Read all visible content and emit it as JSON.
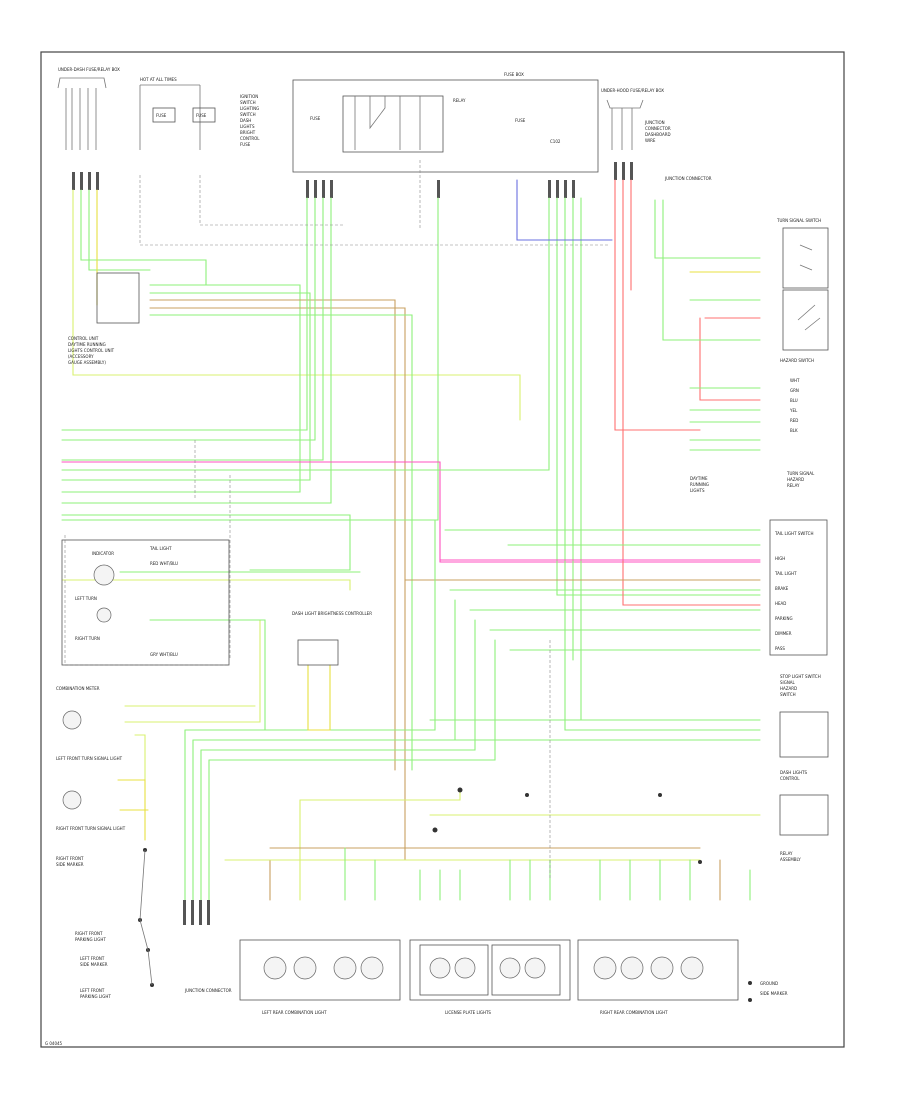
{
  "diagram": {
    "colors": {
      "green": "#8ef07a",
      "yellow_green": "#d8f070",
      "yellow": "#e8e040",
      "pink": "#ff50c0",
      "red": "#ff7070",
      "brown": "#c8a060",
      "blue": "#6a70e0",
      "frame": "#444444"
    },
    "labels": {
      "fuse_box_left": "UNDER-DASH FUSE/RELAY BOX",
      "hot_at_all_times": "HOT AT ALL TIMES",
      "fuse_1": "FUSE",
      "fuse_2": "FUSE",
      "fuse_box_center": "FUSE BOX",
      "relay": "RELAY",
      "fuse_box_right": "UNDER-HOOD FUSE/RELAY BOX",
      "control_unit": "CONTROL UNIT",
      "dash_light_brightness": "DASH LIGHT BRIGHTNESS CONTROLLER",
      "turn_signal_switch": "TURN SIGNAL SWITCH",
      "hazard_switch": "HAZARD SWITCH",
      "indicator": "INDICATOR",
      "left_turn": "LEFT TURN",
      "right_turn": "RIGHT TURN",
      "combination_meter": "COMBINATION METER",
      "left_front_turn": "LEFT FRONT TURN SIGNAL LIGHT",
      "right_front_turn": "RIGHT FRONT TURN SIGNAL LIGHT",
      "left_rear_combo": "LEFT REAR COMBINATION LIGHT",
      "license_plate": "LICENSE PLATE LIGHTS",
      "right_rear_combo": "RIGHT REAR COMBINATION LIGHT",
      "side_marker": "SIDE MARKER",
      "ground": "GROUND",
      "junction_connector": "JUNCTION CONNECTOR",
      "tail_light_switch": "TAIL LIGHT SWITCH",
      "stop_light_switch": "STOP LIGHT SWITCH",
      "footer_code": "G 04045"
    }
  }
}
